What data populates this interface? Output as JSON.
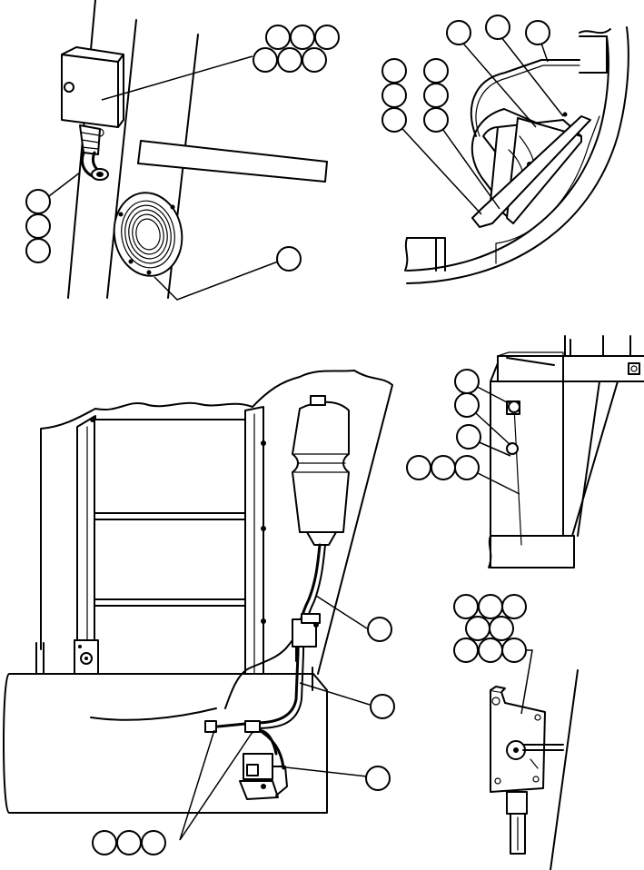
{
  "figure": {
    "background_color": "#ffffff",
    "line_color": "#000000",
    "views": [
      "tail-lamp-and-connector-view",
      "headlamp-mounting-view",
      "radiator-and-reservoir-view",
      "mounting-bracket-view",
      "switch-assembly-view"
    ],
    "callout_groups": [
      {
        "view": "tail-lamp-and-connector-view",
        "bubbles": 6,
        "labels_printed": false
      },
      {
        "view": "tail-lamp-and-connector-view",
        "bubbles": 3,
        "labels_printed": false
      },
      {
        "view": "tail-lamp-and-connector-view",
        "bubbles": 1,
        "labels_printed": false
      },
      {
        "view": "headlamp-mounting-view",
        "bubbles": 3,
        "labels_printed": false
      },
      {
        "view": "headlamp-mounting-view",
        "bubbles": 3,
        "labels_printed": false
      },
      {
        "view": "headlamp-mounting-view",
        "bubbles": 3,
        "labels_printed": false
      },
      {
        "view": "mounting-bracket-view",
        "bubbles": 1,
        "labels_printed": false
      },
      {
        "view": "mounting-bracket-view",
        "bubbles": 1,
        "labels_printed": false
      },
      {
        "view": "mounting-bracket-view",
        "bubbles": 1,
        "labels_printed": false
      },
      {
        "view": "mounting-bracket-view",
        "bubbles": 3,
        "labels_printed": false
      },
      {
        "view": "switch-assembly-view",
        "bubbles": 8,
        "labels_printed": false
      },
      {
        "view": "radiator-and-reservoir-view",
        "bubbles": 1,
        "labels_printed": false
      },
      {
        "view": "radiator-and-reservoir-view",
        "bubbles": 1,
        "labels_printed": false
      },
      {
        "view": "radiator-and-reservoir-view",
        "bubbles": 1,
        "labels_printed": false
      },
      {
        "view": "radiator-and-reservoir-view",
        "bubbles": 3,
        "labels_printed": false
      }
    ]
  }
}
